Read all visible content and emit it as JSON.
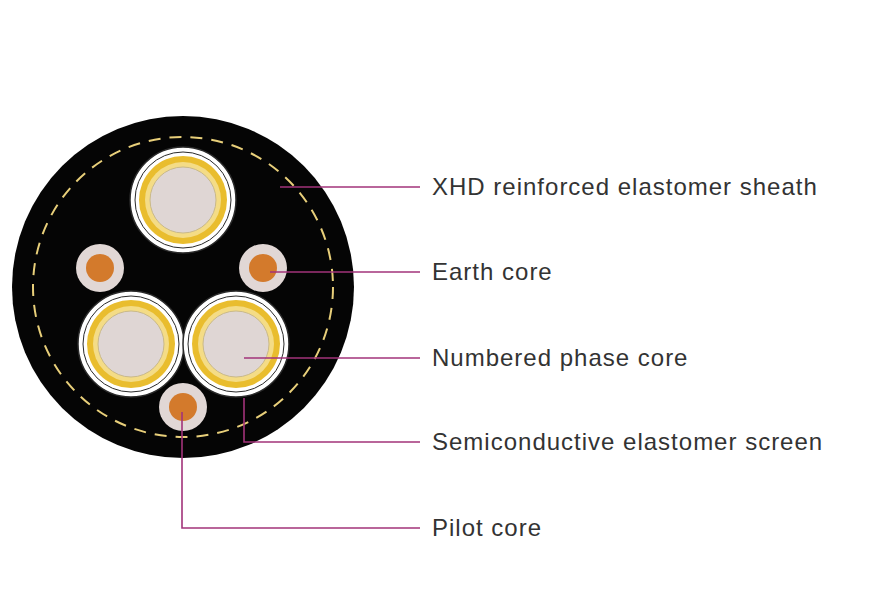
{
  "diagram": {
    "labels": [
      "XHD reinforced elastomer sheath",
      "Earth core",
      "Numbered phase core",
      "Semiconductive elastomer screen",
      "Pilot core"
    ]
  }
}
